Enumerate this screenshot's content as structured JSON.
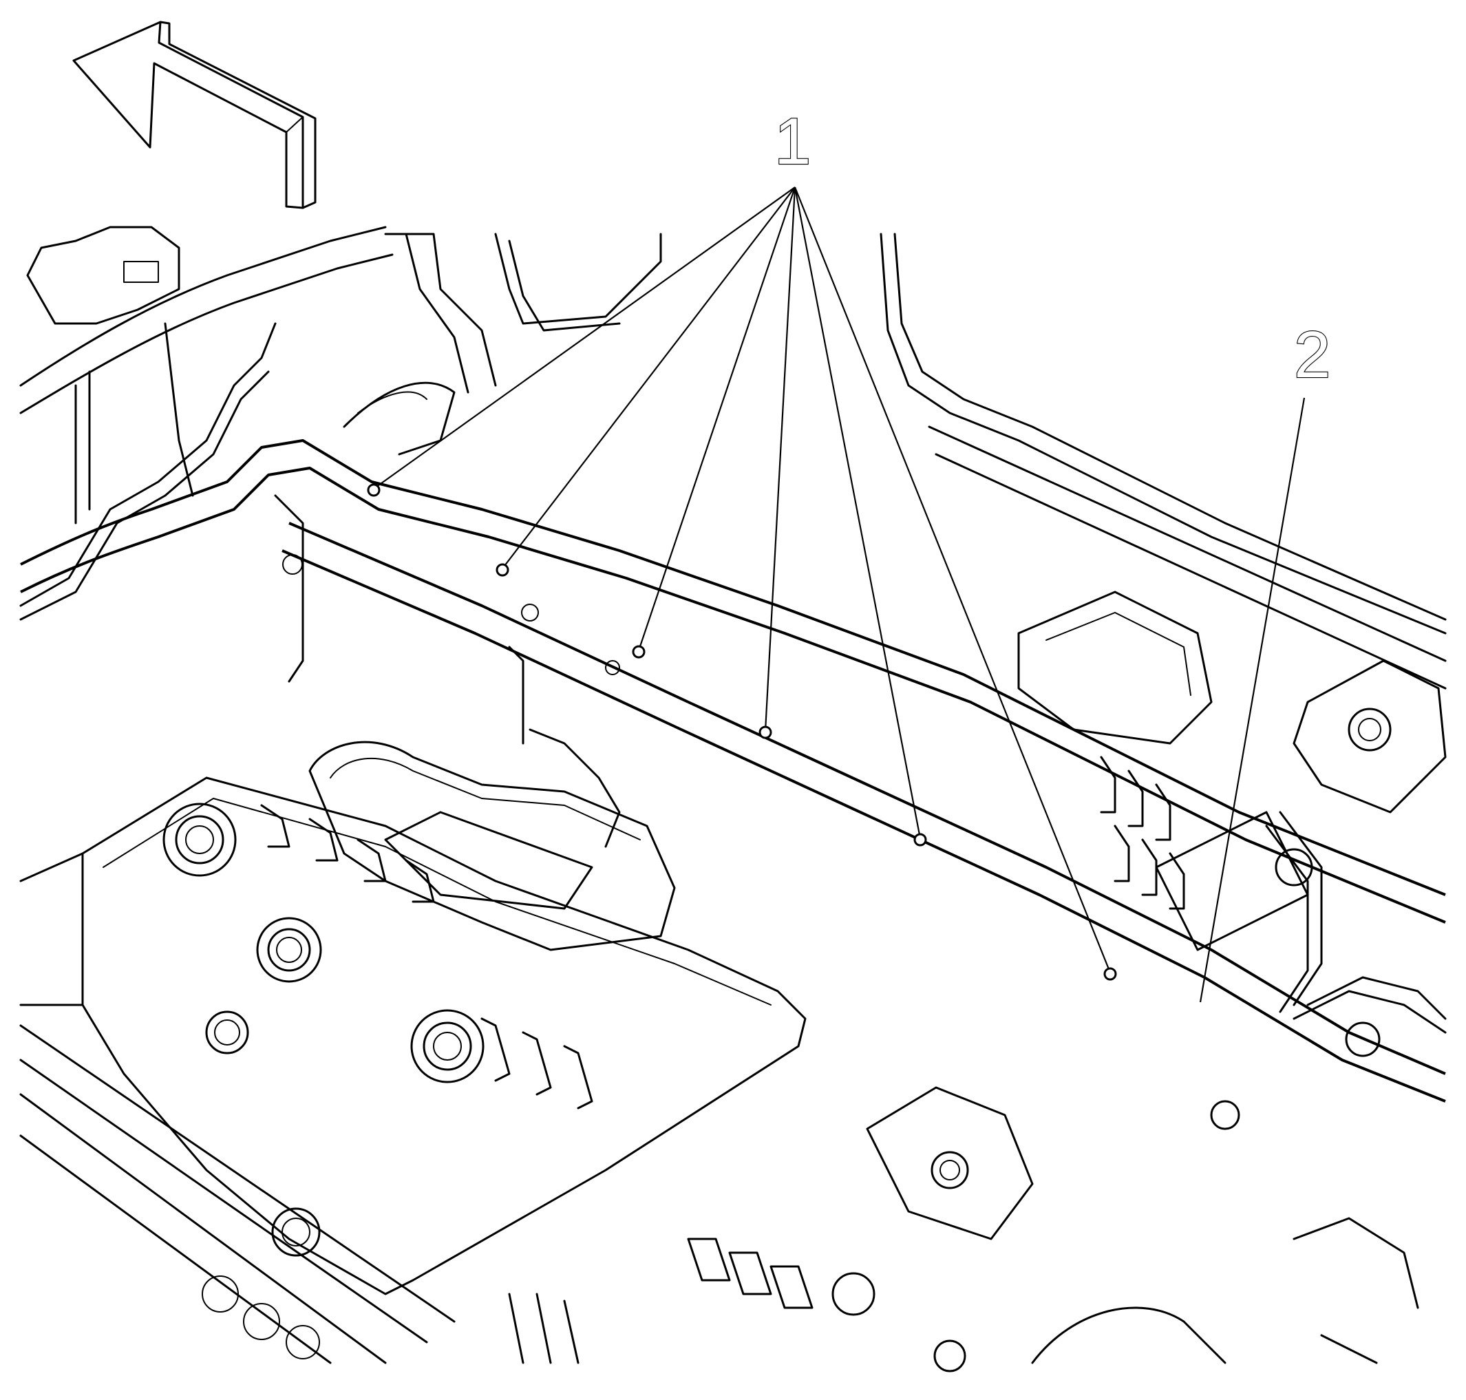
{
  "diagram": {
    "callouts": [
      {
        "id": "1",
        "label": "1"
      },
      {
        "id": "2",
        "label": "2"
      }
    ],
    "direction_arrow": "arrow-icon"
  }
}
